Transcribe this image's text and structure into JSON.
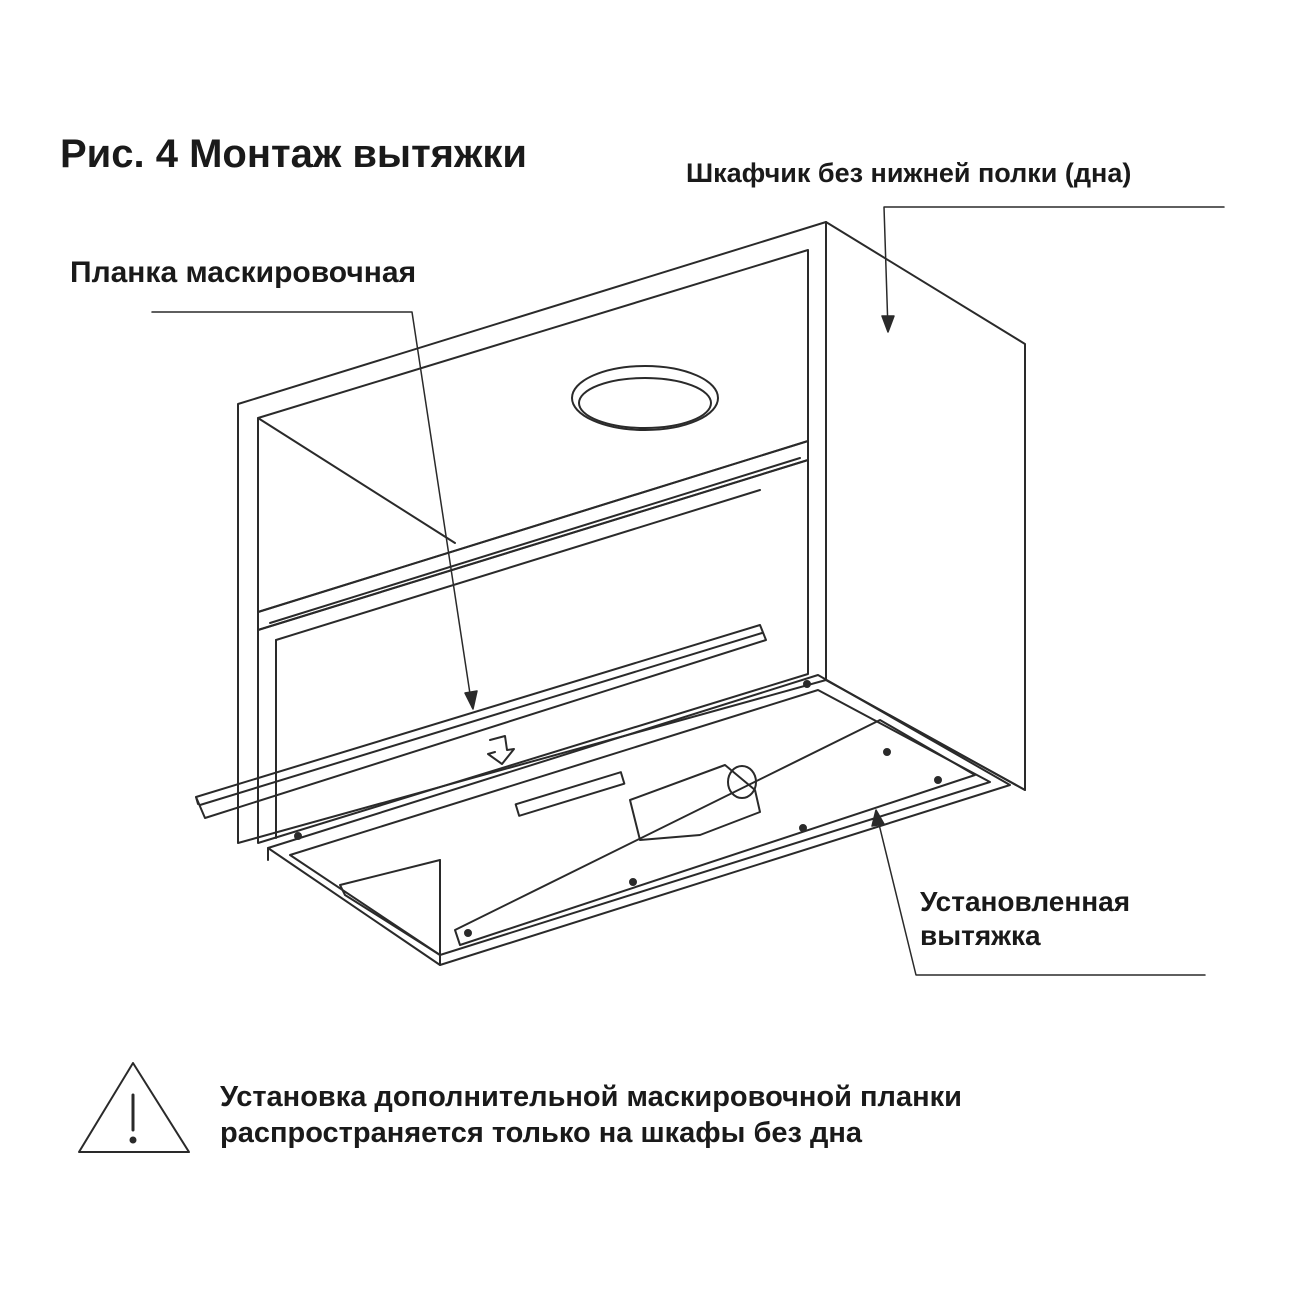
{
  "title": "Рис. 4 Монтаж вытяжки",
  "labels": {
    "cabinet": "Шкафчик без нижней полки (дна)",
    "strip": "Планка маскировочная",
    "hood_line1": "Установленная",
    "hood_line2": "вытяжка"
  },
  "note": {
    "line1": "Установка дополнительной маскировочной планки",
    "line2": "распространяется только на шкафы без дна",
    "icon": "warning-triangle-icon"
  },
  "colors": {
    "line": "#2a2a2a",
    "text": "#1a1a1a",
    "background": "#ffffff"
  }
}
